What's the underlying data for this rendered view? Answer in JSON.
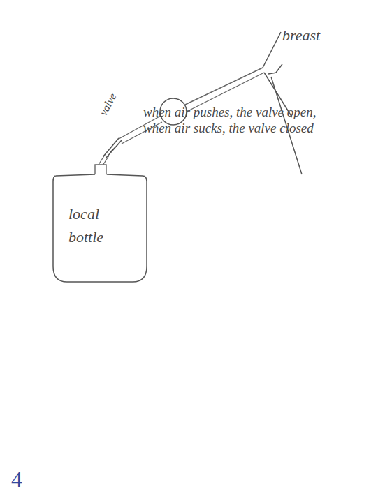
{
  "diagram": {
    "nodes": [
      {
        "text": [
          "local bottle"
        ]
      }
    ],
    "labels": [
      "breast",
      "valve",
      "when air pushes, the valve open, when air sucks, the valve closed",
      "4"
    ]
  }
}
